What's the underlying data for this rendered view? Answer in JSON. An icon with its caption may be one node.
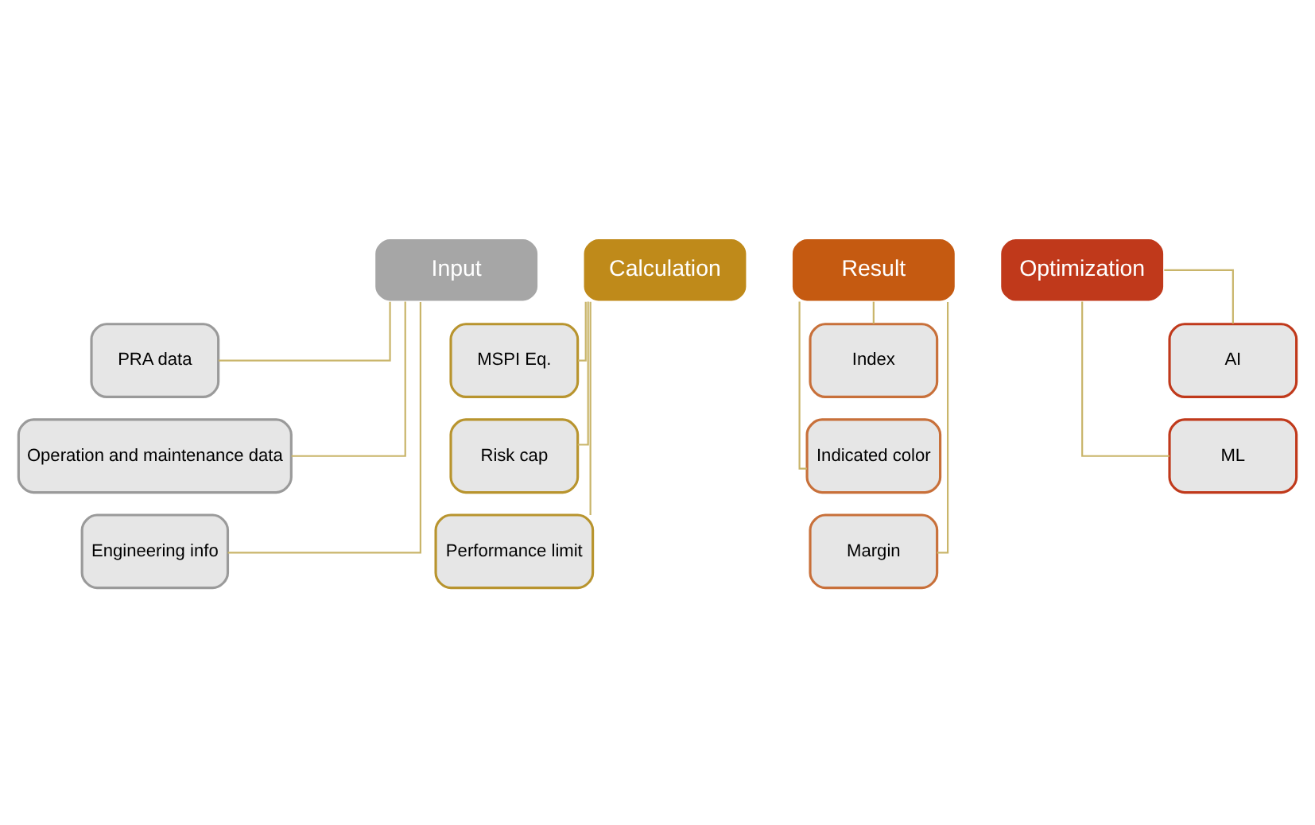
{
  "diagram": {
    "nodes": [
      {
        "text": [
          "Input"
        ]
      },
      {
        "text": [
          "PRA data"
        ]
      },
      {
        "text": [
          "Operation and maintenance data"
        ]
      },
      {
        "text": [
          "Engineering info"
        ]
      },
      {
        "text": [
          "Calculation"
        ]
      },
      {
        "text": [
          "MSPI Eq."
        ]
      },
      {
        "text": [
          "Risk cap"
        ]
      },
      {
        "text": [
          "Performance limit"
        ]
      },
      {
        "text": [
          "Result"
        ]
      },
      {
        "text": [
          "Index"
        ]
      },
      {
        "text": [
          "Indicated color"
        ]
      },
      {
        "text": [
          "Margin"
        ]
      },
      {
        "text": [
          "Optimization"
        ]
      },
      {
        "text": [
          "AI"
        ]
      },
      {
        "text": [
          "ML"
        ]
      }
    ],
    "edges": [
      {
        "from": 0,
        "to": 1,
        "arrow": "none"
      },
      {
        "from": 0,
        "to": 2,
        "arrow": "none"
      },
      {
        "from": 0,
        "to": 3,
        "arrow": "none"
      },
      {
        "from": 4,
        "to": 5,
        "arrow": "none"
      },
      {
        "from": 4,
        "to": 6,
        "arrow": "none"
      },
      {
        "from": 4,
        "to": 7,
        "arrow": "none"
      },
      {
        "from": 8,
        "to": 9,
        "arrow": "none"
      },
      {
        "from": 8,
        "to": 10,
        "arrow": "none"
      },
      {
        "from": 8,
        "to": 11,
        "arrow": "none"
      },
      {
        "from": 12,
        "to": 13,
        "arrow": "none"
      },
      {
        "from": 12,
        "to": 14,
        "arrow": "none"
      }
    ]
  }
}
